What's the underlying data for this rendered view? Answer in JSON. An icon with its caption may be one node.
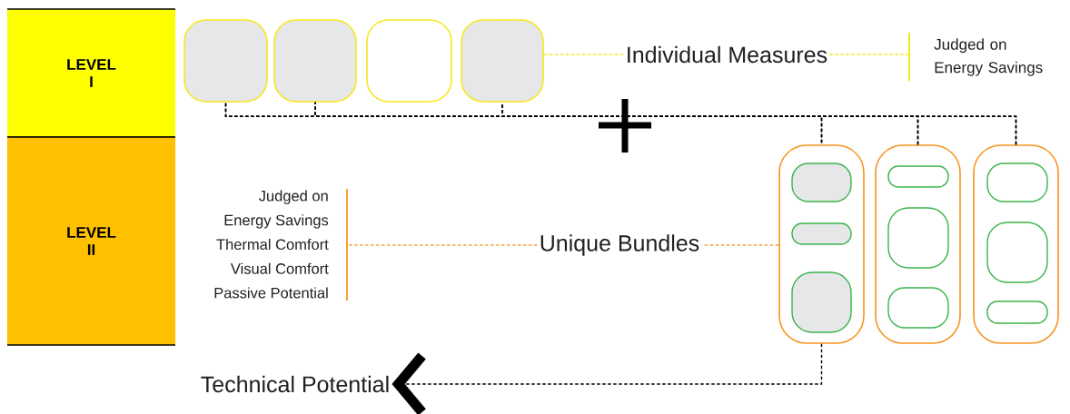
{
  "diagram": {
    "nodes": [
      {
        "text": [
          "LEVEL I"
        ]
      },
      {
        "text": [
          "LEVEL II"
        ]
      },
      {
        "text": [],
        "shape": "box"
      },
      {
        "text": [],
        "shape": "box"
      },
      {
        "text": [],
        "shape": "box"
      },
      {
        "text": [],
        "shape": "box"
      },
      {
        "text": [
          "Individual Measures"
        ]
      },
      {
        "text": [
          "Judged on Energy Savings"
        ]
      },
      {
        "text": [
          "Unique Bundles"
        ]
      },
      {
        "text": [
          "Judged on",
          "Energy Savings",
          "Thermal Comfort",
          "Visual Comfort",
          "Passive Potential"
        ]
      },
      {
        "text": [],
        "shape": "box"
      },
      {
        "text": [],
        "shape": "box"
      },
      {
        "text": [],
        "shape": "box"
      },
      {
        "text": [],
        "shape": "box",
        "in": 10
      },
      {
        "text": [],
        "shape": "box",
        "in": 10
      },
      {
        "text": [],
        "shape": "box",
        "in": 10
      },
      {
        "text": [],
        "shape": "box",
        "in": 11
      },
      {
        "text": [],
        "shape": "box",
        "in": 11
      },
      {
        "text": [],
        "shape": "box",
        "in": 11
      },
      {
        "text": [],
        "shape": "box",
        "in": 12
      },
      {
        "text": [],
        "shape": "box",
        "in": 12
      },
      {
        "text": [],
        "shape": "box",
        "in": 12
      },
      {
        "text": [
          "Technical Potential"
        ]
      }
    ],
    "edges": [
      {
        "from": 5,
        "to": 6,
        "arrow": "none",
        "style": "dashed",
        "color": "#f5e71c"
      },
      {
        "from": 6,
        "to": 7,
        "arrow": "none",
        "style": "dashed",
        "color": "#f5e71c"
      },
      {
        "from": 2,
        "to": 10,
        "arrow": "none",
        "style": "dashed"
      },
      {
        "from": 2,
        "to": 11,
        "arrow": "none",
        "style": "dashed"
      },
      {
        "from": 2,
        "to": 12,
        "arrow": "none",
        "style": "dashed"
      },
      {
        "from": 3,
        "to": 10,
        "arrow": "none",
        "style": "dashed"
      },
      {
        "from": 3,
        "to": 11,
        "arrow": "none",
        "style": "dashed"
      },
      {
        "from": 3,
        "to": 12,
        "arrow": "none",
        "style": "dashed"
      },
      {
        "from": 5,
        "to": 10,
        "arrow": "none",
        "style": "dashed"
      },
      {
        "from": 5,
        "to": 11,
        "arrow": "none",
        "style": "dashed"
      },
      {
        "from": 5,
        "to": 12,
        "arrow": "none",
        "style": "dashed"
      },
      {
        "from": 10,
        "to": 8,
        "arrow": "none",
        "style": "dashed",
        "color": "#f7a03c"
      },
      {
        "from": 8,
        "to": 9,
        "arrow": "none",
        "style": "dashed",
        "color": "#f7a03c"
      },
      {
        "from": 10,
        "to": 22,
        "arrow": "to",
        "style": "dashed"
      }
    ]
  }
}
